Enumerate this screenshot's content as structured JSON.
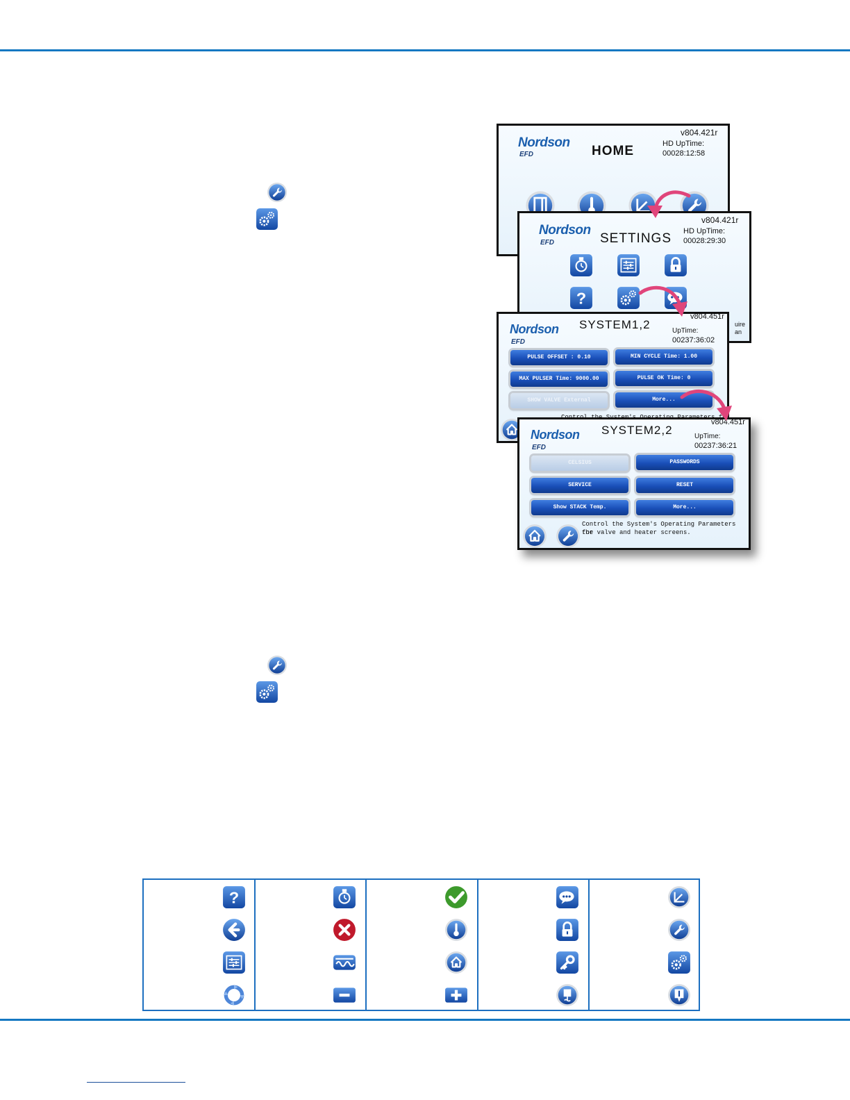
{
  "screens": {
    "home": {
      "brand": "Nordson",
      "sub": "EFD",
      "title": "HOME",
      "version": "v804.421r",
      "uptime_label": "HD UpTime:",
      "uptime": "00028:12:58"
    },
    "settings": {
      "brand": "Nordson",
      "sub": "EFD",
      "title": "SETTINGS",
      "version": "v804.421r",
      "uptime_label": "HD UpTime:",
      "uptime": "00028:29:30",
      "side_text_1": "uire",
      "side_text_2": "an"
    },
    "system1": {
      "brand": "Nordson",
      "sub": "EFD",
      "title": "SYSTEM1,2",
      "version": "v804.451r",
      "uptime_label": "UpTime:",
      "uptime": "00237:36:02",
      "buttons": [
        "PULSE OFFSET :  0.10",
        "MIN CYCLE Time:  1.00",
        "MAX PULSER Time:  9000.00",
        "PULSE OK Time: 0",
        "SHOW VALVE External",
        "More..."
      ],
      "note": "Control the System's Operating Parameters fo"
    },
    "system2": {
      "brand": "Nordson",
      "sub": "EFD",
      "title": "SYSTEM2,2",
      "version": "v804.451r",
      "uptime_label": "UpTime:",
      "uptime": "00237:36:21",
      "buttons": [
        "CELSIUS",
        "PASSWORDS",
        "SERVICE",
        "RESET",
        "Show STACK Temp.",
        "More..."
      ],
      "note_1": "Control the System's Operating Parameters for",
      "note_2": "the valve and heater screens."
    }
  },
  "legend_icons": [
    [
      "help-icon",
      "back-arrow-icon",
      "adjust-icon",
      "cycle-icon"
    ],
    [
      "timer-icon",
      "cancel-icon",
      "heater-icon",
      "minus-icon"
    ],
    [
      "check-icon",
      "thermometer-icon",
      "home-icon",
      "plus-icon"
    ],
    [
      "chat-icon",
      "lock-icon",
      "key-icon",
      "valve-heat-icon"
    ],
    [
      "graph-icon",
      "wrench-icon",
      "gears-icon",
      "valve-icon"
    ]
  ],
  "colors": {
    "rule": "#1578c2",
    "button": "#1a4fb8",
    "arrow": "#e0457b",
    "icon_blue": "#1c63b7"
  }
}
